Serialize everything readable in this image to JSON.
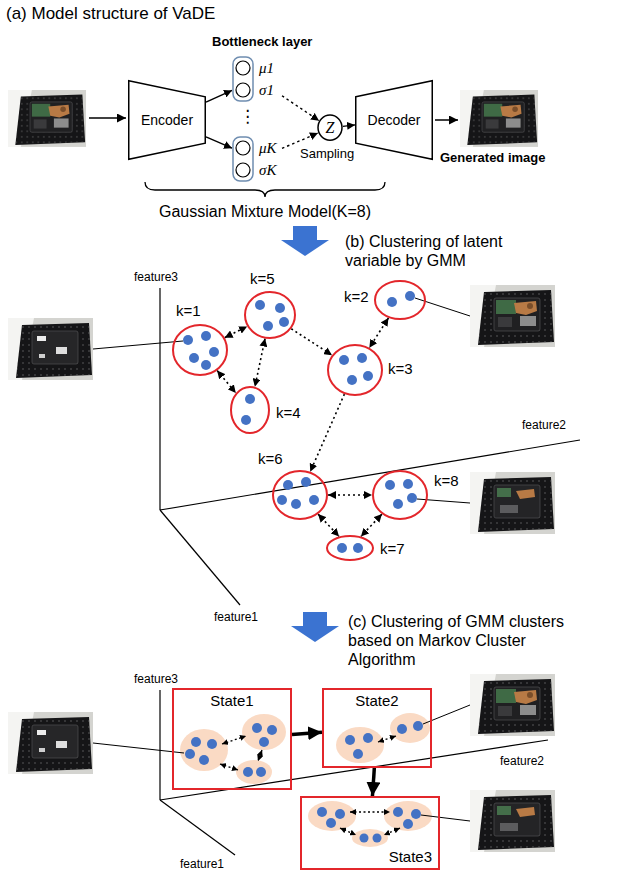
{
  "diagram": {
    "nodes": [
      {
        "text": [
          "Encoder"
        ]
      },
      {
        "text": [
          "μ1",
          "σ1"
        ]
      },
      {
        "text": [
          "μK",
          "σK"
        ]
      },
      {
        "text": [
          "Z"
        ]
      },
      {
        "text": [
          "Decoder"
        ]
      },
      {
        "text": [
          "k=1"
        ]
      },
      {
        "text": [
          "k=5"
        ]
      },
      {
        "text": [
          "k=2"
        ]
      },
      {
        "text": [
          "k=3"
        ]
      },
      {
        "text": [
          "k=4"
        ]
      },
      {
        "text": [
          "k=6"
        ]
      },
      {
        "text": [
          "k=8"
        ]
      },
      {
        "text": [
          "k=7"
        ]
      },
      {
        "text": [
          "State1"
        ]
      },
      {
        "text": [
          "State2"
        ]
      },
      {
        "text": [
          "State3"
        ]
      }
    ],
    "edges": [
      {
        "from": 0,
        "to": 1,
        "arrow": "to"
      },
      {
        "from": 0,
        "to": 2,
        "arrow": "to"
      },
      {
        "from": 1,
        "to": 3,
        "arrow": "to"
      },
      {
        "from": 2,
        "to": 3,
        "arrow": "to"
      },
      {
        "from": 3,
        "to": 4,
        "arrow": "to"
      },
      {
        "from": 5,
        "to": 6,
        "arrow": "both"
      },
      {
        "from": 5,
        "to": 9,
        "arrow": "both"
      },
      {
        "from": 6,
        "to": 9,
        "arrow": "both"
      },
      {
        "from": 6,
        "to": 8,
        "arrow": "to"
      },
      {
        "from": 7,
        "to": 8,
        "arrow": "both"
      },
      {
        "from": 8,
        "to": 10,
        "arrow": "to"
      },
      {
        "from": 10,
        "to": 11,
        "arrow": "both"
      },
      {
        "from": 10,
        "to": 12,
        "arrow": "both"
      },
      {
        "from": 11,
        "to": 12,
        "arrow": "both"
      },
      {
        "from": 13,
        "to": 14,
        "arrow": "to"
      },
      {
        "from": 14,
        "to": 15,
        "arrow": "to"
      }
    ],
    "labels": [
      "(a) Model structure of VaDE",
      "Bottleneck layer",
      "⋮",
      "Sampling",
      "Generated image",
      "Gaussian Mixture Model(K=8)",
      "(b) Clustering of latent variable by GMM",
      "feature3",
      "feature2",
      "feature1",
      "(c) Clustering of GMM clusters based on Markov Cluster Algorithm",
      "feature3",
      "feature2",
      "feature1"
    ]
  }
}
